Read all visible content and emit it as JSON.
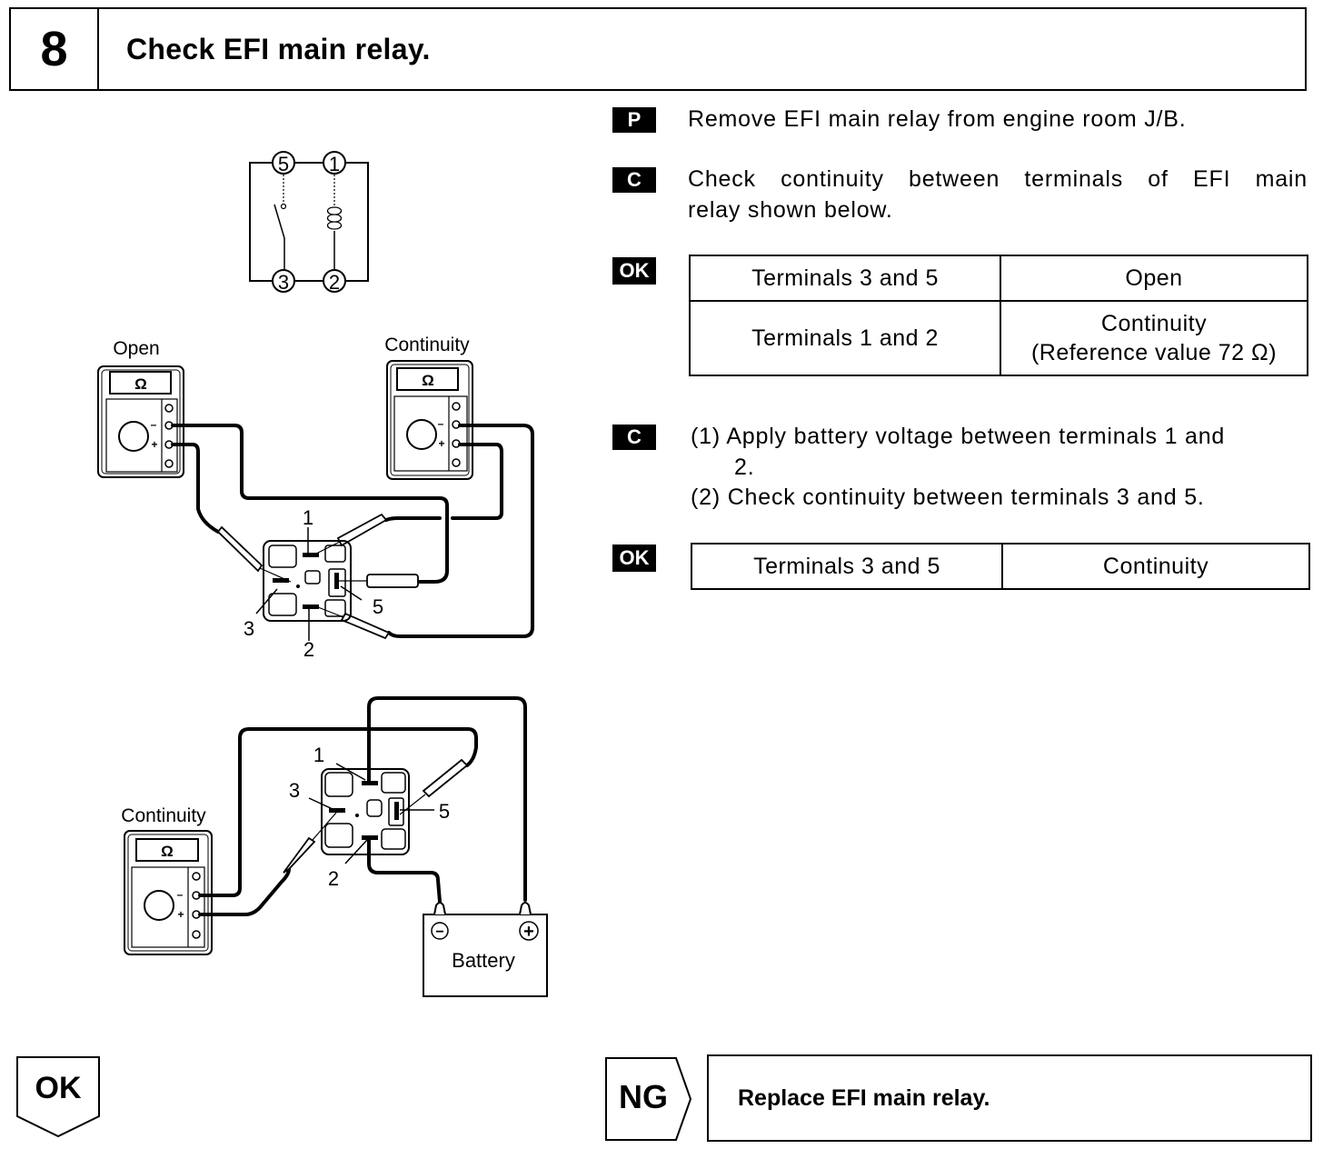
{
  "header": {
    "step_number": "8",
    "title": "Check EFI main relay."
  },
  "instructions": [
    {
      "badge": "P",
      "text": "Remove EFI main relay from engine room J/B."
    },
    {
      "badge": "C",
      "text_line1": "Check continuity between terminals of EFI main",
      "text_line2": "relay shown below."
    },
    {
      "badge": "OK"
    },
    {
      "badge": "C",
      "step1_line1": "(1) Apply battery voltage between terminals 1 and",
      "step1_line2": "2.",
      "step2": "(2) Check continuity between terminals 3 and 5."
    },
    {
      "badge": "OK"
    }
  ],
  "table1": {
    "rows": [
      {
        "terminals": "Terminals 3 and 5",
        "result": "Open"
      },
      {
        "terminals": "Terminals 1 and 2",
        "result_line1": "Continuity",
        "result_line2": "(Reference value 72 Ω)"
      }
    ]
  },
  "table2": {
    "rows": [
      {
        "terminals": "Terminals 3 and 5",
        "result": "Continuity"
      }
    ]
  },
  "diagram": {
    "schematic_terminals": [
      "5",
      "1",
      "3",
      "2"
    ],
    "test1": {
      "meter_left_label": "Open",
      "meter_right_label": "Continuity",
      "ohm_symbol": "Ω",
      "minus": "–",
      "plus": "+",
      "terminal_labels": [
        "1",
        "3",
        "5",
        "2"
      ]
    },
    "test2": {
      "meter_label": "Continuity",
      "ohm_symbol": "Ω",
      "minus": "–",
      "plus": "+",
      "terminal_labels": [
        "1",
        "3",
        "5",
        "2"
      ],
      "battery_label": "Battery",
      "battery_neg": "−",
      "battery_pos": "+"
    }
  },
  "footer": {
    "ok_label": "OK",
    "ng_label": "NG",
    "ng_action": "Replace EFI main relay."
  }
}
